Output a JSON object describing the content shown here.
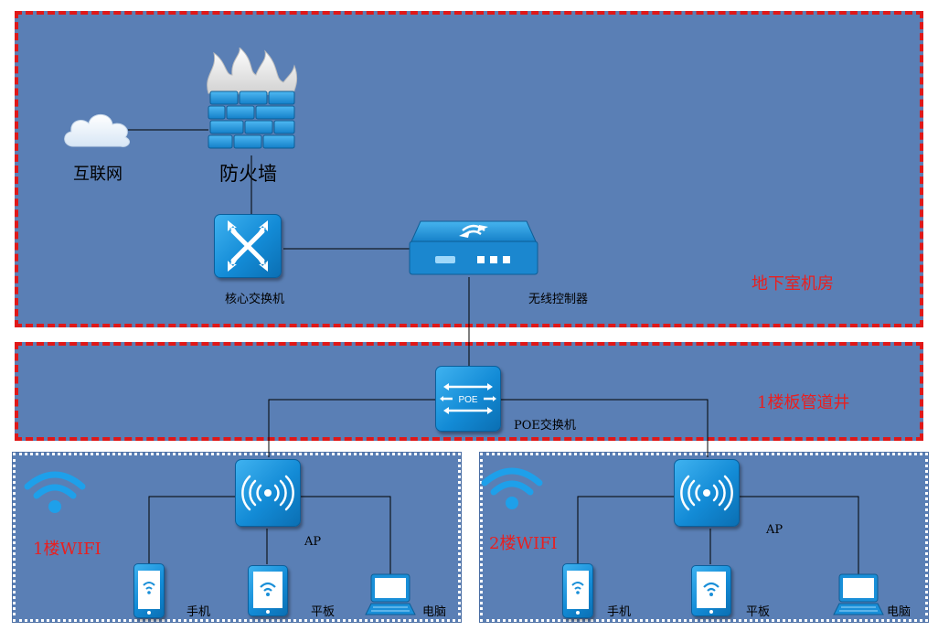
{
  "zones": {
    "basement": "地下室机房",
    "shaft": "1楼板管道井",
    "floor1": "1楼WIFI",
    "floor2": "2楼WIFI"
  },
  "nodes": {
    "internet": "互联网",
    "firewall": "防火墙",
    "core_switch": "核心交换机",
    "wireless_controller": "无线控制器",
    "poe_switch": "POE交换机",
    "poe_icon_text": "POE",
    "ap": "AP",
    "phone": "手机",
    "tablet": "平板",
    "computer": "电脑"
  },
  "colors": {
    "zone_fill": "#5a7fb5",
    "zone_border_red": "#e01818",
    "device_blue": "#1a8fd8",
    "zone_label": "#e82020"
  }
}
